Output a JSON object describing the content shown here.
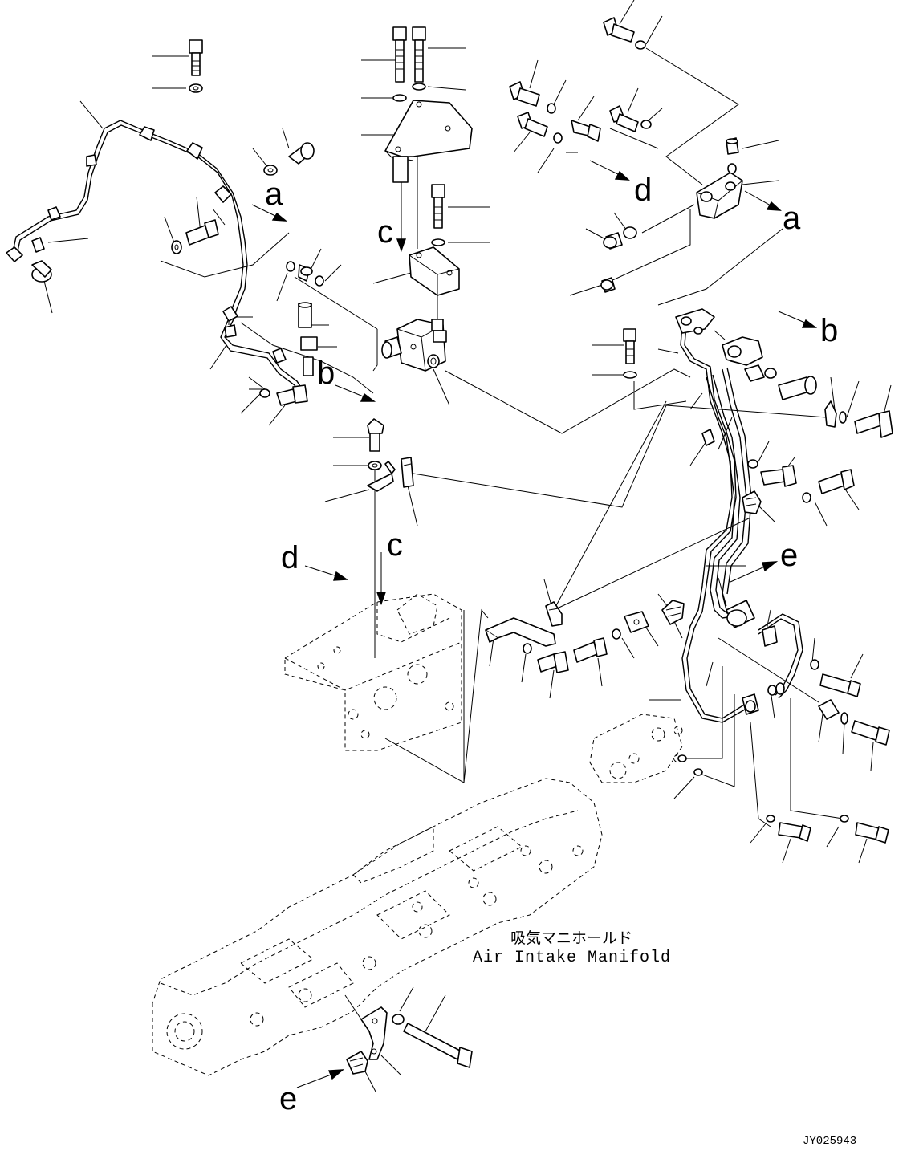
{
  "references": {
    "a": "a",
    "b": "b",
    "c": "c",
    "d": "d",
    "e": "e"
  },
  "manifold_caption": {
    "japanese": "吸気マニホールド",
    "english": "Air Intake Manifold"
  },
  "drawing_code": "JY025943",
  "colors": {
    "line": "#000000",
    "background": "#ffffff"
  }
}
